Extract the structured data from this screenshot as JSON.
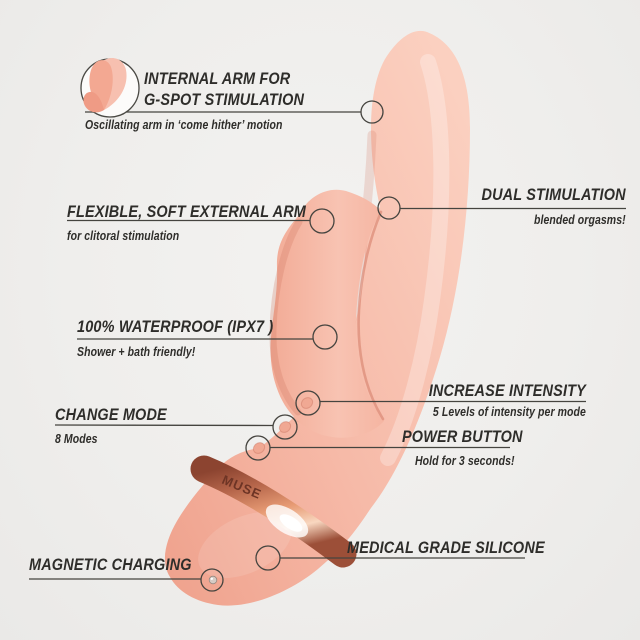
{
  "background": {
    "color": "#f0efed"
  },
  "palette": {
    "line_color": "#45443f",
    "text_color": "#2e2d2a",
    "body_pink": "#f6b9a7",
    "body_pink_light": "#fbd0c0",
    "body_pink_shadow": "#ec9d88",
    "band_gold": "#c97a55",
    "band_highlight": "#f8d7c0"
  },
  "brand": {
    "engraving": "MUSE"
  },
  "icon_badge": {
    "icon": "internal-arm-icon"
  },
  "callouts": [
    {
      "id": "internal-arm",
      "title_line1": "INTERNAL ARM FOR",
      "title_line2": "G-SPOT STIMULATION",
      "subtitle": "Oscillating arm in ‘come hither’ motion",
      "align": "left"
    },
    {
      "id": "external-arm",
      "title": "FLEXIBLE, SOFT EXTERNAL ARM",
      "subtitle": "for clitoral stimulation",
      "align": "left"
    },
    {
      "id": "dual-stimulation",
      "title": "DUAL STIMULATION",
      "subtitle": "blended orgasms!",
      "align": "right"
    },
    {
      "id": "waterproof",
      "title": "100% WATERPROOF (IPX7 )",
      "subtitle": "Shower + bath friendly!",
      "align": "left"
    },
    {
      "id": "change-mode",
      "title": "CHANGE MODE",
      "subtitle": "8 Modes",
      "align": "left"
    },
    {
      "id": "increase-intensity",
      "title": "INCREASE INTENSITY",
      "subtitle": "5 Levels of intensity per mode",
      "align": "right"
    },
    {
      "id": "power-button",
      "title": "POWER BUTTON",
      "subtitle": "Hold for 3 seconds!",
      "align": "left"
    },
    {
      "id": "magnetic-charging",
      "title": "MAGNETIC CHARGING",
      "subtitle": "",
      "align": "left"
    },
    {
      "id": "medical-grade-silicone",
      "title": "MEDICAL GRADE SILICONE",
      "subtitle": "",
      "align": "left"
    }
  ]
}
